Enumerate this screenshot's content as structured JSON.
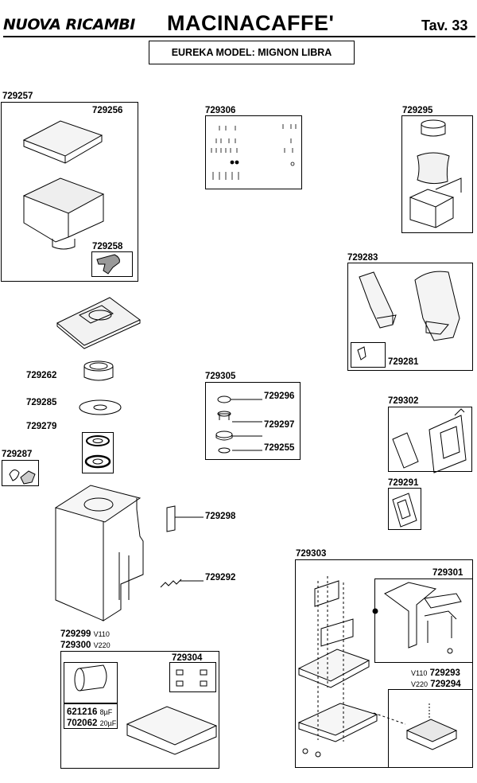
{
  "header": {
    "brand": "NUOVA RICAMBI",
    "title": "MACINACAFFE'",
    "table": "Tav. 33",
    "model": "EUREKA MODEL: MIGNON LIBRA"
  },
  "parts": {
    "p729257": "729257",
    "p729256": "729256",
    "p729258": "729258",
    "p729306": "729306",
    "p729295": "729295",
    "p729283": "729283",
    "p729281": "729281",
    "p729262": "729262",
    "p729285": "729285",
    "p729279": "729279",
    "p729287": "729287",
    "p729305": "729305",
    "p729296": "729296",
    "p729297": "729297",
    "p729255": "729255",
    "p729302": "729302",
    "p729291": "729291",
    "p729298": "729298",
    "p729292": "729292",
    "p729303": "729303",
    "p729301": "729301",
    "p729293": "729293",
    "p729294": "729294",
    "p729299": "729299",
    "p729300": "729300",
    "p729304": "729304",
    "p621216": "621216",
    "p702062": "702062"
  },
  "variants": {
    "v110": "V110",
    "v220": "V220"
  },
  "capacitors": {
    "c8": "8µF",
    "c20": "20µF"
  }
}
